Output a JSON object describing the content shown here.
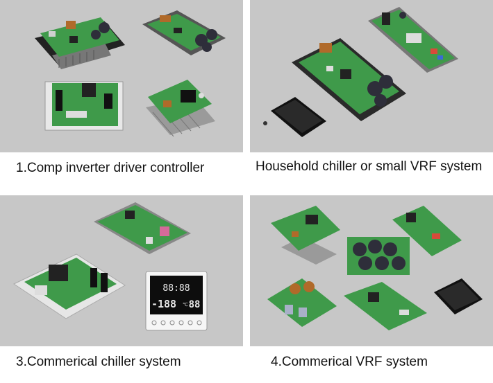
{
  "captions": {
    "p1": "1.Comp inverter driver controller",
    "p2": "Household chiller or small VRF system",
    "p3": "3.Commerical chiller system",
    "p4": "4.Commerical VRF system"
  },
  "display": {
    "top_digits": "88:88",
    "big_digits": "-188",
    "small_digits": "88",
    "unit": "℃"
  },
  "colors": {
    "panel_bg": "#c7c7c7",
    "pcb_green": "#3f9a4a",
    "heatsink": "#9a9a9a",
    "capacitor": "#2e2e3a"
  }
}
